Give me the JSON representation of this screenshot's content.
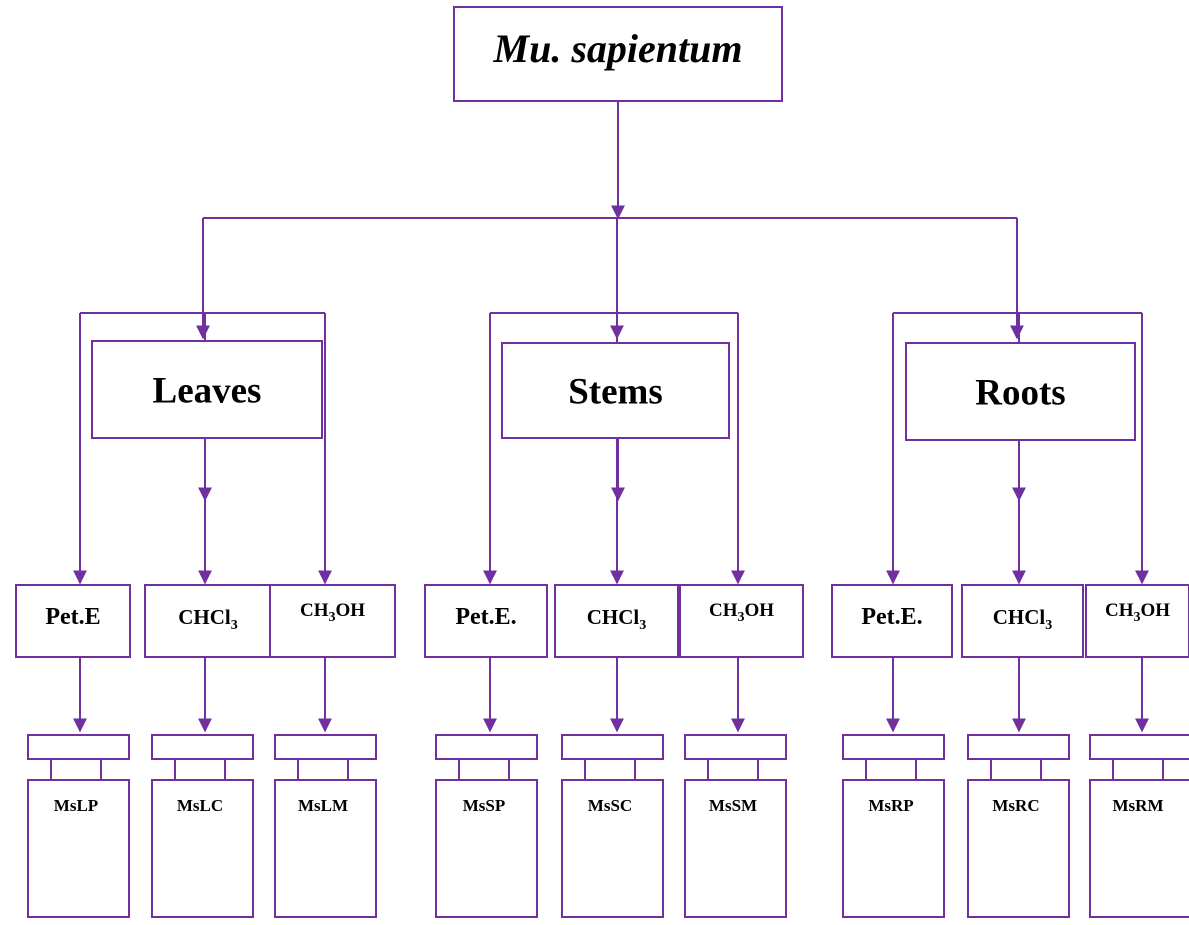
{
  "colors": {
    "line": "#7030a0",
    "text": "#000000",
    "background": "#ffffff"
  },
  "root": {
    "label": "Mu. sapientum"
  },
  "parts": [
    {
      "label": "Leaves",
      "extracts": [
        {
          "solvent": {
            "main": "Pet.E",
            "sub": "",
            "tail": ""
          },
          "code": "MsLP"
        },
        {
          "solvent": {
            "main": "CHCl",
            "sub": "3",
            "tail": ""
          },
          "code": "MsLC"
        },
        {
          "solvent": {
            "main": "CH",
            "sub": "3",
            "tail": "OH"
          },
          "code": "MsLM"
        }
      ]
    },
    {
      "label": "Stems",
      "extracts": [
        {
          "solvent": {
            "main": "Pet.E.",
            "sub": "",
            "tail": ""
          },
          "code": "MsSP"
        },
        {
          "solvent": {
            "main": "CHCl",
            "sub": "3",
            "tail": ""
          },
          "code": "MsSC"
        },
        {
          "solvent": {
            "main": "CH",
            "sub": "3",
            "tail": "OH"
          },
          "code": "MsSM"
        }
      ]
    },
    {
      "label": "Roots",
      "extracts": [
        {
          "solvent": {
            "main": "Pet.E.",
            "sub": "",
            "tail": ""
          },
          "code": "MsRP"
        },
        {
          "solvent": {
            "main": "CHCl",
            "sub": "3",
            "tail": ""
          },
          "code": "MsRC"
        },
        {
          "solvent": {
            "main": "CH",
            "sub": "3",
            "tail": "OH"
          },
          "code": "MsRM"
        }
      ]
    }
  ]
}
